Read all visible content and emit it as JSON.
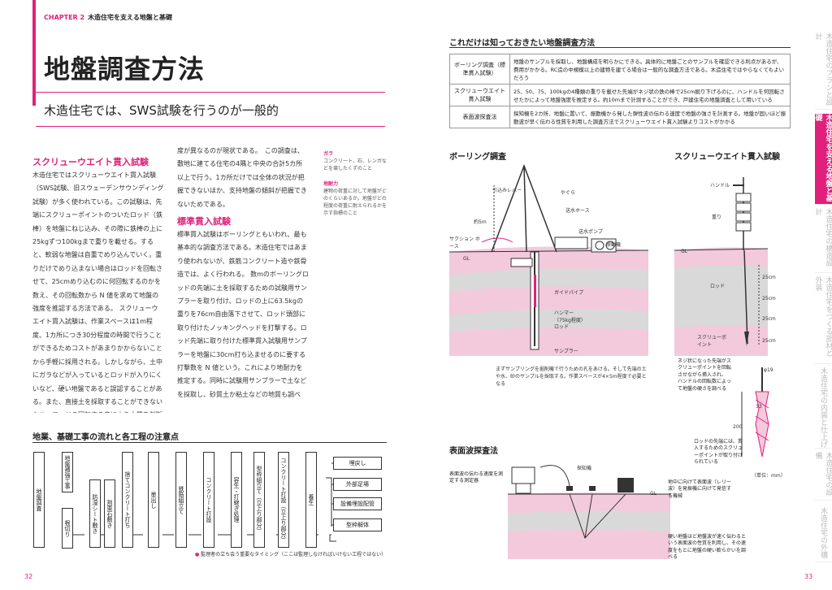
{
  "header": {
    "chapter_no": "CHAPTER 2",
    "chapter_title": "木造住宅を支える地盤と基礎"
  },
  "title": "地盤調査方法",
  "subtitle": "木造住宅では、SWS試験を行うのが一般的",
  "sws": {
    "heading": "スクリューウエイト貫入試験",
    "body": "木造住宅ではスクリューウエイト貫入試験（SWS試験、旧スウェーデンサウンディング試験）が多く使われている。この試験は、先端にスクリューポイントのついたロッド（鉄棒）を地盤にねじ込み、その際に鉄棒の上に25kgずつ100kgまで重りを載せる。すると、軟弱な地盤は自重でめり込んでいく。重りだけでめり込まない場合はロッドを回転させて、25cmめり込むのに何回転するのかを数え、その回転数から N 値を求めて地盤の強度を推認する方法である。 スクリューウエイト貫入試験は、作業スペースは1m程度、1カ所につき30分程度の時間で行うことができるためコストがあまりかからないことから手軽に採用される。しかしながら、土中にガラなどが入っているとロッドが入りにくいなど、硬い地盤であると誤認することがある。また、直接土を採取することができないため、ロッドの回転する音により土質を判断することになり、調査者により結果が異なるのが現状である。 この調査は、敷地に建てる住宅の4隅と中央の合計5カ所以上で行う。1カ所だけでは全体の状況が把握できないほか、支持地盤の傾斜が把握できないためである。"
  },
  "spt": {
    "heading": "標準貫入試験",
    "body": "標準貫入試験はボーリングともいわれ、最も基本的な調査方法である。木造住宅ではあまり使われないが、鉄筋コンクリート造や鉄骨造では、よく行われる。 数mのボーリングロッドの先端に土を採取するための試験用サンプラーを取り付け、ロッドの上に63.5kgの重りを76cm自由落下させて、ロッド頭部に取り付けたノッキングヘッドを打撃する。ロッド先端に取り付けた標準貫入試験用サンプラーを地盤に30cm打ち込ませるのに要する打撃数を N 値という。これにより地耐力を推定する。同時に試験用サンプラーで土などを採取し、砂質土か粘土などの地質も調べる。"
  },
  "side_notes": [
    {
      "term": "ガラ",
      "desc": "コンクリート、石、レンガなどを壊したくずのこと"
    },
    {
      "term": "地耐力",
      "desc": "建物の荷重に対して地盤がどのくらいあるか。地盤がどの程度の荷重に耐えられるかを示す指標のこと"
    }
  ],
  "flow": {
    "heading": "地業、基礎工事の流れと各工程の注意点",
    "steps": [
      "地盤調査",
      "地盤補強工事",
      "根切り",
      "防湿シート敷き",
      "割栗石敷き",
      "捨てコンクリート打ち",
      "墨出し",
      "鉄筋組立て",
      "コンクリート打設",
      "容生・打継ぎ処理",
      "型枠組立て（立上り部分）",
      "コンクリート打設（立上り部分）",
      "養生"
    ],
    "right_steps": [
      "埋戻し",
      "外部足場",
      "設備埋設配管",
      "型枠解体"
    ],
    "note": "監理者の立ち会う重要なタイミング（ここは監理しなければいけない工程ではない）"
  },
  "survey_table": {
    "heading": "これだけは知っておきたい地盤調査方法",
    "rows": [
      {
        "name": "ボーリング調査（標準貫入試験）",
        "desc": "地盤のサンプルを採取し、地盤構成を明らかにできる。具体的に地盤ごとのサンプルを確認できる利点があるが、費用がかかる。RC造の中規模以上の建物を建てる場合は一般的な調査方法である。木造住宅ではやらなくてもよいだろう"
      },
      {
        "name": "スクリューウエイト貫入試験",
        "desc": "25、50、75、100kgの4種類の重りを載せた先端がネジ状の鉄の棒で25cm掘り下げるのに、ハンドルを何回転させたかによって地盤強度を推定する。約10mまで計測することができ、戸建住宅の地盤調査として用いている"
      },
      {
        "name": "表面波探査法",
        "desc": "探知機を2カ所、地盤に置いて、振動機から発した弾性波の伝わる速度で地盤の強さを計測する。地盤が固いほど振動波が早く伝わる性質を利用した調査方法でスクリューウエイト貫入試験よりコストがかかる"
      }
    ]
  },
  "boring": {
    "heading": "ボーリング調査",
    "labels": {
      "lever": "引込みレバー",
      "yagura": "やぐら",
      "hose": "送水ホース",
      "height": "約5m",
      "pump": "送水ポンプ",
      "suction": "サクション ホース",
      "gl": "GL",
      "engine": "原動機",
      "guide": "ガイドパイプ",
      "weight": "ハンマー（75kg程度）",
      "rod": "ロッド",
      "sampler": "サンプラー"
    },
    "caption": "まずサンプリングを掘削機で行うための孔をあける。そして先端の土や水、砂のサンプルを採取する。作業スペースが4×5m程度で必要となる"
  },
  "sws_diagram": {
    "heading": "スクリューウエイト貫入試験",
    "labels": {
      "handle": "ハンドル",
      "weight": "重り",
      "gl": "GL",
      "rod": "ロッド",
      "d1": "25cm",
      "d2": "25cm",
      "d3": "25cm",
      "d4": "25cm",
      "point": "スクリューポイント",
      "phi": "φ19",
      "dim33": "33",
      "dim200": "200",
      "unit": "（単位：mm）"
    },
    "note1": "ネジ状になった先端がスクリューポイントを回転させながら挿入され、ハンドルの回転数によって地盤の硬さを調べる",
    "note2": "ロッドの先端には、貫入するためのスクリューポイントが取り付けられている"
  },
  "surface": {
    "heading": "表面波探査法",
    "labels": {
      "recorder": "表面波の伝わる速度を測定する測定器",
      "detector": "探知機",
      "gl": "GL",
      "vibrator": "地中に向けて表面波（レリー波）を発振機に向けて発信する機械"
    },
    "caption": "硬い地盤ほど地盤波が速く伝わるという表面波の性質を利用し、その速度をもとに地盤の硬い軟らかいを調べる"
  },
  "tabs": [
    "木造住宅のプランと設計",
    "木造住宅を支える地盤と基礎",
    "木造住宅の構造設計",
    "木造住宅をつくる部材と外装",
    "木造住宅の内装と仕上げ",
    "木造住宅の設備",
    "木造住宅の外構"
  ],
  "page_left": "32",
  "page_right": "33",
  "colors": {
    "accent": "#e0207a",
    "pink_soil": "#f3c9dc",
    "grey_soil": "#d9d9d9"
  }
}
